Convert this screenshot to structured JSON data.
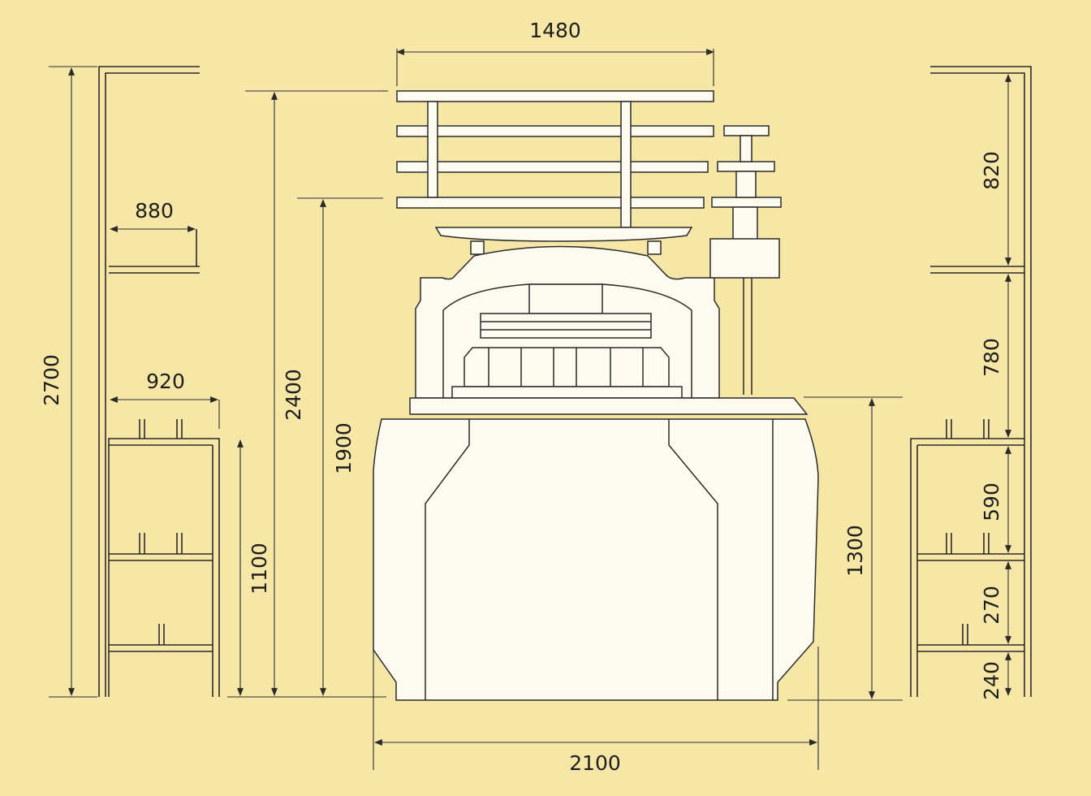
{
  "colors": {
    "background": "#f7e7a6",
    "machine_fill": "#fdfbf0",
    "outline": "#2a2a2a",
    "text": "#1e1e1e"
  },
  "dimensions": {
    "top_width": "1480",
    "left_rack_total_height": "2700",
    "left_rack_upper_width": "880",
    "left_rack_lower_width": "920",
    "left_rack_lower_height": "1100",
    "machine_total_height": "2400",
    "machine_body_height": "1900",
    "table_height": "1300",
    "base_width": "2100",
    "right_rack_section_1": "820",
    "right_rack_section_2": "780",
    "right_rack_section_3": "590",
    "right_rack_section_4": "270",
    "right_rack_section_5": "240"
  }
}
